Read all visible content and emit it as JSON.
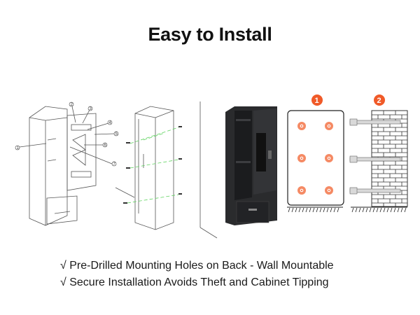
{
  "title": "Easy to Install",
  "callouts": [
    "1",
    "2",
    "3",
    "4",
    "5",
    "6",
    "7"
  ],
  "steps": [
    "1",
    "2"
  ],
  "features": [
    "√ Pre-Drilled Mounting Holes on Back - Wall Mountable",
    "√ Secure Installation Avoids Theft and Cabinet Tipping"
  ],
  "colors": {
    "accent": "#f05a28",
    "guide": "#5fd35f",
    "cabinet": "#2a2b2d"
  }
}
